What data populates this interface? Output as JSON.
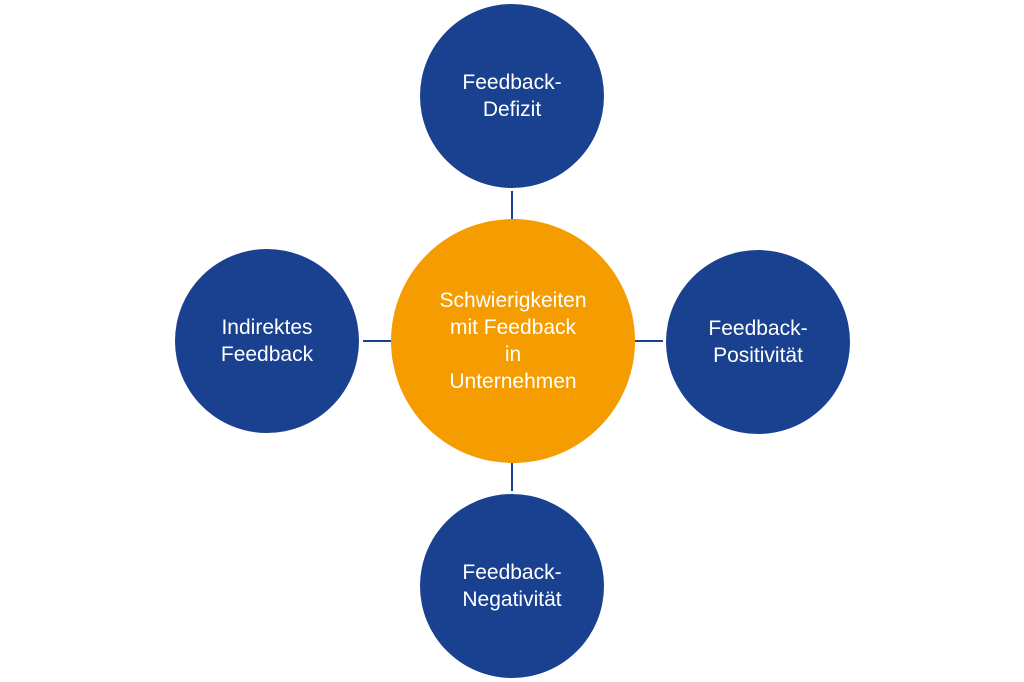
{
  "diagram": {
    "center": {
      "label": "Schwierigkeiten\nmit Feedback\nin\nUnternehmen",
      "color": "#f59c00"
    },
    "nodes": [
      {
        "id": "top",
        "label": "Feedback-\nDefizit"
      },
      {
        "id": "right",
        "label": "Feedback-\nPositivität"
      },
      {
        "id": "bottom",
        "label": "Feedback-\nNegativität"
      },
      {
        "id": "left",
        "label": "Indirektes\nFeedback"
      }
    ],
    "node_color": "#1a4190",
    "connector_color": "#1a3f8f"
  }
}
